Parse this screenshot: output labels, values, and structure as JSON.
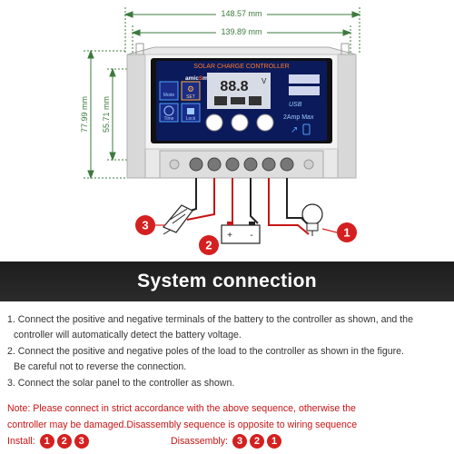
{
  "dimensions": {
    "width_total": "148.57 mm",
    "width_mount": "139.89 mm",
    "height_total": "77.99 mm",
    "height_inner": "55.71 mm"
  },
  "lcd": {
    "title": "SOLAR CHARGE CONTROLLER",
    "brand_left": "amic",
    "brand_right": "mart",
    "digits": "88.8",
    "unit": "V",
    "usb_label": "USB",
    "amp_label": "2Amp Max",
    "mode_labels": [
      "Mode",
      "SET",
      "Time",
      "Lock"
    ]
  },
  "callouts": {
    "solar_panel": "3",
    "battery": "2",
    "load": "1",
    "battery_plus": "+",
    "battery_minus": "-"
  },
  "banner_title": "System connection",
  "instructions": [
    "1. Connect the positive and negative terminals of the battery to the controller as shown, and the",
    "controller will automatically detect the battery voltage.",
    "2. Connect the positive and negative poles of the load to the controller as shown in the figure.",
    "Be careful not to reverse the connection.",
    "3. Connect the solar panel to the controller as shown."
  ],
  "note": [
    "Note: Please connect in strict accordance with the above sequence, otherwise the",
    "controller may be damaged.Disassembly sequence is opposite to wiring sequence"
  ],
  "install": {
    "label": "Install:",
    "steps": [
      "1",
      "2",
      "3"
    ]
  },
  "disassembly": {
    "label": "Disassembly:",
    "steps": [
      "3",
      "2",
      "1"
    ]
  },
  "colors": {
    "dimension_green": "#3e7a3e",
    "callout_red": "#d42020",
    "lcd_blue": "#1e3fd8",
    "lcd_screen": "#0b1a5a",
    "banner_bg": "#222222"
  }
}
